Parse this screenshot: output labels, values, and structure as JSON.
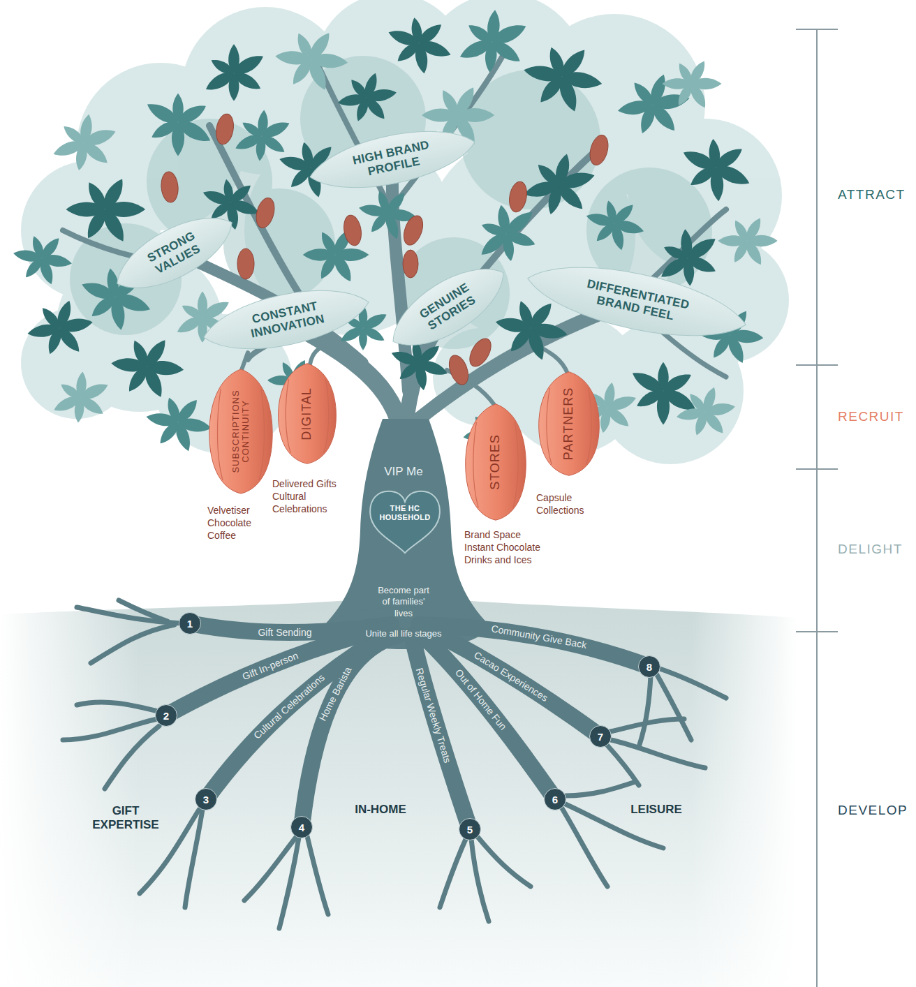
{
  "diagram": {
    "nodes": [
      {
        "text": [
          "HIGH BRAND PROFILE"
        ]
      },
      {
        "text": [
          "STRONG VALUES"
        ]
      },
      {
        "text": [
          "CONSTANT INNOVATION"
        ]
      },
      {
        "text": [
          "GENUINE STORIES"
        ]
      },
      {
        "text": [
          "DIFFERENTIATED BRAND FEEL"
        ]
      },
      {
        "text": [
          "SUBSCRIPTIONS CONTINUITY"
        ]
      },
      {
        "text": [
          "DIGITAL"
        ]
      },
      {
        "text": [
          "STORES"
        ]
      },
      {
        "text": [
          "PARTNERS"
        ]
      },
      {
        "text": [
          "THE HC HOUSEHOLD"
        ]
      },
      {
        "text": [
          "1"
        ]
      },
      {
        "text": [
          "2"
        ]
      },
      {
        "text": [
          "3"
        ]
      },
      {
        "text": [
          "4"
        ]
      },
      {
        "text": [
          "5"
        ]
      },
      {
        "text": [
          "6"
        ]
      },
      {
        "text": [
          "7"
        ]
      },
      {
        "text": [
          "8"
        ]
      }
    ],
    "labels": [
      "ATTRACT",
      "RECRUIT",
      "DELIGHT",
      "DEVELOP",
      "VIP Me",
      "Velvetiser Chocolate Coffee",
      "Delivered Gifts Cultural Celebrations",
      "Brand Space Instant Chocolate Drinks and Ices",
      "Capsule Collections",
      "Become part of families' lives",
      "Unite all life stages",
      "Gift Sending",
      "Gift In-person",
      "Cultural Celebrations",
      "Home Barista",
      "Regular Weekly Treats",
      "Out of Home Fun",
      "Cacao Experiences",
      "Community Give Back",
      "GIFT EXPERTISE",
      "IN-HOME",
      "LEISURE"
    ]
  }
}
